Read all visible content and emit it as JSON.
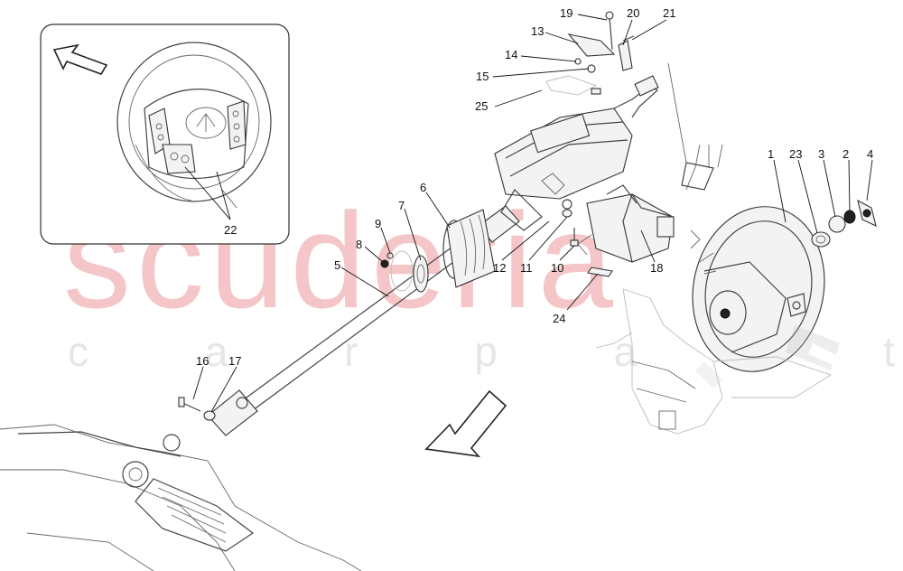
{
  "watermark": {
    "brand": "scuderia",
    "sub": "c a r   p a r t s"
  },
  "callouts": {
    "c1": "1",
    "c2": "2",
    "c3": "3",
    "c4": "4",
    "c5": "5",
    "c6": "6",
    "c7": "7",
    "c8": "8",
    "c9": "9",
    "c10": "10",
    "c11": "11",
    "c12": "12",
    "c13": "13",
    "c14": "14",
    "c15": "15",
    "c16": "16",
    "c17": "17",
    "c18": "18",
    "c19": "19",
    "c20": "20",
    "c21": "21",
    "c22": "22",
    "c23": "23",
    "c24": "24",
    "c25": "25"
  },
  "colors": {
    "watermark_red": "#f4c6c8",
    "watermark_grey": "#e6e6e6",
    "line": "#333333"
  }
}
